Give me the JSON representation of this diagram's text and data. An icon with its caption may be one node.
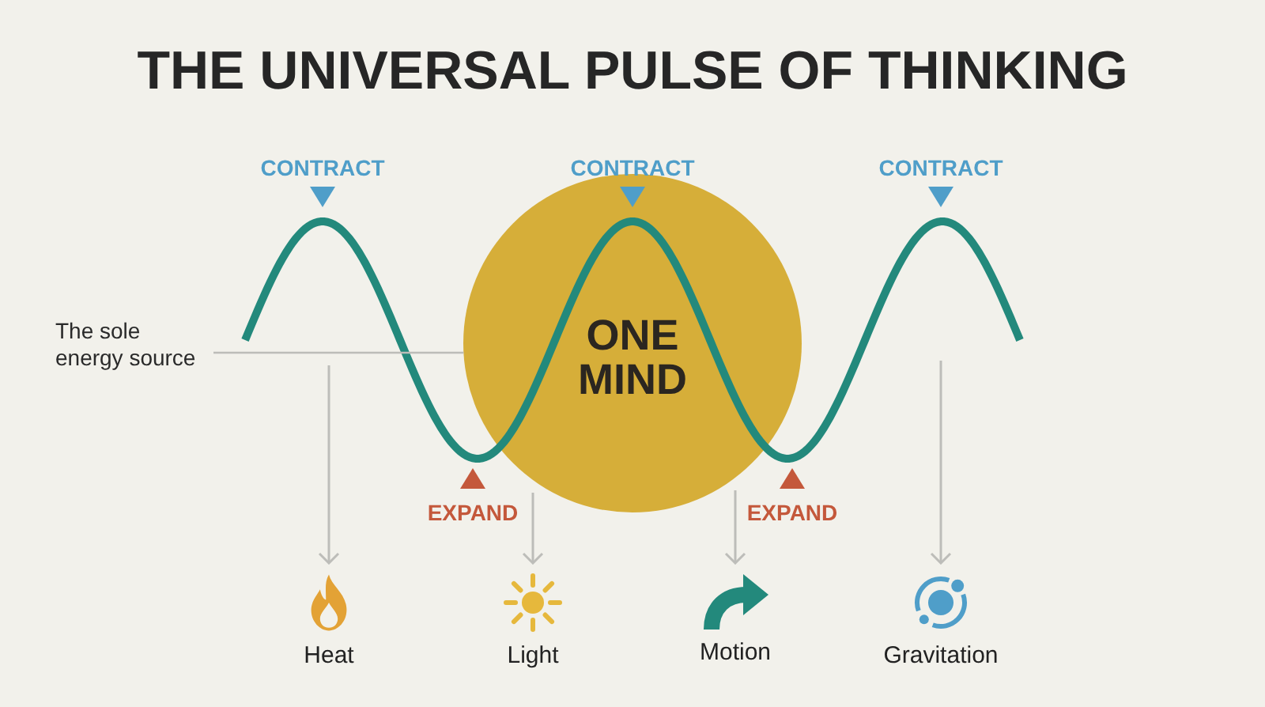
{
  "diagram": {
    "title": "THE UNIVERSAL PULSE OF THINKING",
    "nodes": [
      {
        "text": [
          "The sole energy source"
        ]
      },
      {
        "text": [
          "ONE MIND"
        ]
      },
      {
        "text": [
          "Heat"
        ]
      },
      {
        "text": [
          "Light"
        ]
      },
      {
        "text": [
          "Motion"
        ]
      },
      {
        "text": [
          "Gravitation"
        ]
      }
    ],
    "edges": [
      {
        "from": 0,
        "to": 1,
        "arrow": "none"
      },
      {
        "from": null,
        "to": 2,
        "arrow": "to"
      },
      {
        "from": 1,
        "to": 3,
        "arrow": "to"
      },
      {
        "from": 1,
        "to": 4,
        "arrow": "to"
      },
      {
        "from": null,
        "to": 5,
        "arrow": "to"
      }
    ],
    "labels": [
      "CONTRACT",
      "CONTRACT",
      "CONTRACT",
      "EXPAND",
      "EXPAND"
    ]
  }
}
